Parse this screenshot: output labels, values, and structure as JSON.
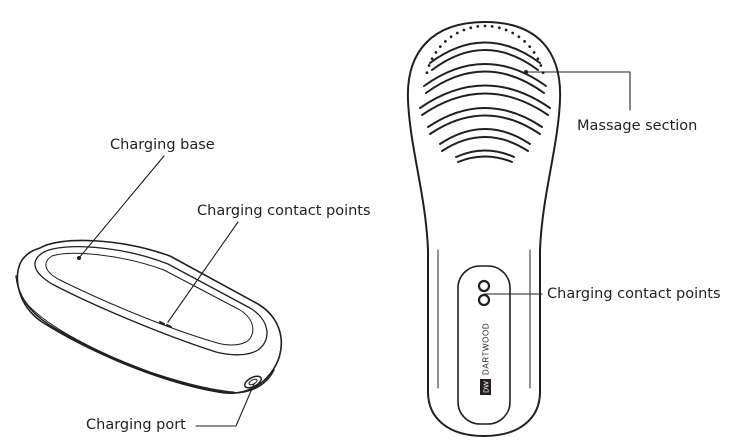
{
  "labels": {
    "charging_base": "Charging base",
    "charging_contact_points_base": "Charging contact points",
    "charging_port": "Charging port",
    "massage_section": "Massage section",
    "charging_contact_points_device": "Charging contact points"
  },
  "device_brand": {
    "badge": "DW",
    "name": "DARTWOOD"
  },
  "colors": {
    "line": "#231f20",
    "background": "#ffffff"
  }
}
